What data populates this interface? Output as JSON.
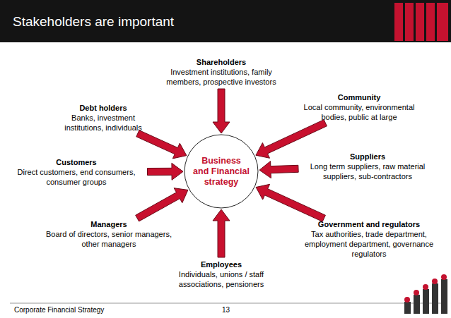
{
  "diagram": {
    "title": "Stakeholders are important",
    "nodes": [
      {
        "text": [
          "Shareholders",
          "Investment institutions, family members, prospective investors"
        ]
      },
      {
        "text": [
          "Community",
          "Local community, environmental bodies, public at large"
        ]
      },
      {
        "text": [
          "Debt holders",
          "Banks, investment institutions, individuals"
        ]
      },
      {
        "text": [
          "Customers",
          "Direct customers, end consumers, consumer groups"
        ]
      },
      {
        "text": [
          "Business and Financial strategy"
        ]
      },
      {
        "text": [
          "Suppliers",
          "Long term suppliers, raw material suppliers, sub-contractors"
        ]
      },
      {
        "text": [
          "Managers",
          "Board of directors, senior managers, other managers"
        ]
      },
      {
        "text": [
          "Government and regulators",
          "Tax authorities, trade department, employment department, governance regulators"
        ]
      },
      {
        "text": [
          "Employees",
          "Individuals, unions / staff associations, pensioners"
        ]
      }
    ],
    "edges": [
      {
        "from": 0,
        "to": 4,
        "arrow": "to"
      },
      {
        "from": 1,
        "to": 4,
        "arrow": "to"
      },
      {
        "from": 2,
        "to": 4,
        "arrow": "to"
      },
      {
        "from": 3,
        "to": 4,
        "arrow": "to"
      },
      {
        "from": 5,
        "to": 4,
        "arrow": "to"
      },
      {
        "from": 6,
        "to": 4,
        "arrow": "to"
      },
      {
        "from": 7,
        "to": 4,
        "arrow": "to"
      },
      {
        "from": 8,
        "to": 4,
        "arrow": "to"
      }
    ],
    "labels": [
      "Corporate Financial Strategy",
      "13"
    ]
  }
}
